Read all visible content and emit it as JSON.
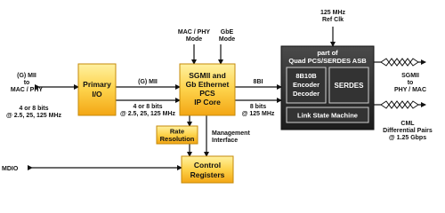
{
  "blocks": {
    "primary_io": [
      "Primary",
      "I/O"
    ],
    "sgmii_core": [
      "SGMII and",
      "Gb Ethernet",
      "PCS",
      "IP Core"
    ],
    "rate_resolution": [
      "Rate",
      "Resolution"
    ],
    "control_registers": [
      "Control",
      "Registers"
    ]
  },
  "quad_pcs": {
    "title": [
      "part of",
      "Quad PCS/SERDES ASB"
    ],
    "encoder": [
      "8B10B",
      "Encoder",
      "Decoder"
    ],
    "serdes": "SERDES",
    "lsm": "Link State Machine"
  },
  "labels": {
    "mac_phy_mode": [
      "MAC / PHY",
      "Mode"
    ],
    "gbe_mode": [
      "GbE",
      "Mode"
    ],
    "ref_clk": [
      "125 MHz",
      "Ref Clk"
    ],
    "left_mii": [
      "(G) MII",
      "to",
      "MAC / PHY"
    ],
    "left_bits": [
      "4 or 8 bits",
      "@ 2.5, 25, 125 MHz"
    ],
    "mid_mii": "(G) MII",
    "mid_bits": [
      "4 or 8 bits",
      "@ 2.5, 25, 125 MHz"
    ],
    "tbi": "8BI",
    "tbi_bits": [
      "8 bits",
      "@ 125 MHz"
    ],
    "sgmii_side": [
      "SGMII",
      "to",
      "PHY / MAC"
    ],
    "cml": [
      "CML",
      "Differential Pairs",
      "@ 1.25 Gbps"
    ],
    "mgmt": [
      "Management",
      "Interface"
    ],
    "mdio": "MDIO"
  },
  "colors": {
    "block_top": "#ffe77a",
    "block_bottom": "#f6b61a",
    "dark_box": "#2a2a2a",
    "line": "#111111"
  }
}
